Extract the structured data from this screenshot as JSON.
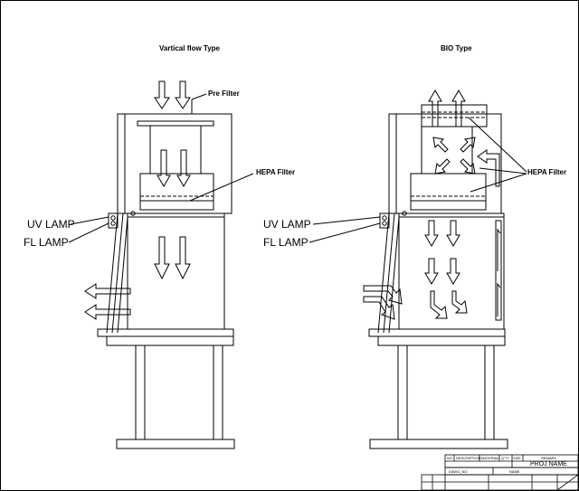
{
  "left_view": {
    "title": "Vartical flow Type",
    "pre_filter": "Pre Filter",
    "hepa_filter": "HEPA Filter",
    "uv_lamp": "UV LAMP",
    "fl_lamp": "FL LAMP"
  },
  "right_view": {
    "title": "BIO Type",
    "hepa_filter": "HEPA Filter",
    "uv_lamp": "UV LAMP",
    "fl_lamp": "FL LAMP"
  },
  "title_block": {
    "col_no": "NO",
    "col_description": "DESCRIPTION",
    "col_material": "MATERIAL",
    "col_qty": "Q'TY",
    "col_size": "SIZE",
    "col_remark": "REMARK",
    "proj_name": "PROJ NAME",
    "dawg_no": "DAWG_NO",
    "name": "NAME"
  }
}
